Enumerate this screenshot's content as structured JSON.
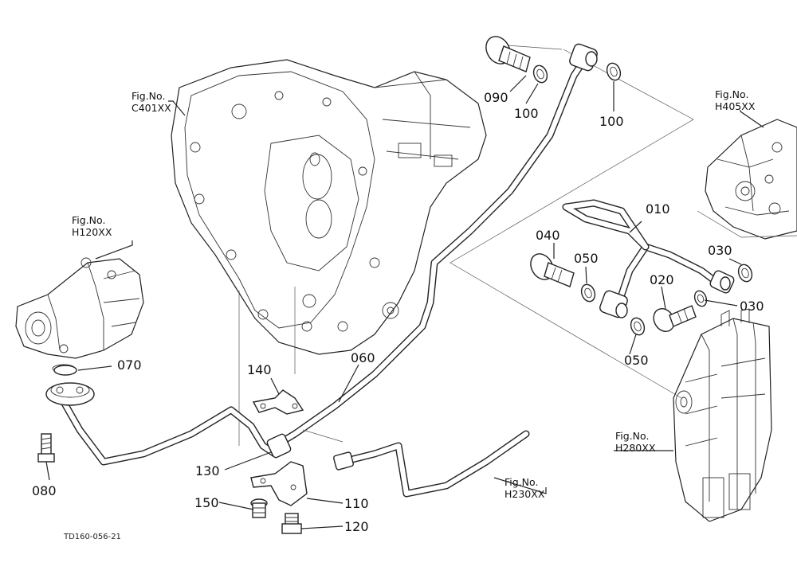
{
  "drawing_code": "TD160-056-21",
  "parts": {
    "p010": "010",
    "p020": "020",
    "p030a": "030",
    "p030b": "030",
    "p040": "040",
    "p050a": "050",
    "p050b": "050",
    "p060": "060",
    "p070": "070",
    "p080": "080",
    "p090": "090",
    "p100a": "100",
    "p100b": "100",
    "p110": "110",
    "p120": "120",
    "p130": "130",
    "p140": "140",
    "p150": "150"
  },
  "fig_refs": {
    "c401_label": "Fig.No.",
    "c401_code": "C401XX",
    "h120_label": "Fig.No.",
    "h120_code": "H120XX",
    "h405_label": "Fig.No.",
    "h405_code": "H405XX",
    "h280_label": "Fig.No.",
    "h280_code": "H280XX",
    "h230_label": "Fig.No.",
    "h230_code": "H230XX"
  }
}
